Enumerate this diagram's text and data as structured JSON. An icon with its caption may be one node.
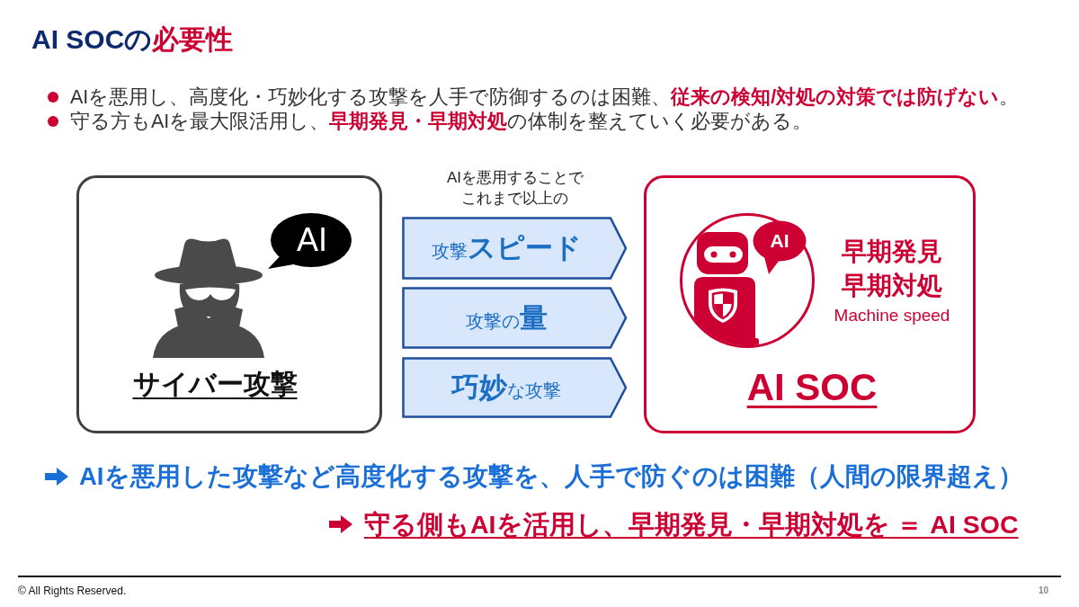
{
  "diagram": {
    "title": "AI SOCの**必要性**",
    "nodes": [
      {
        "text": [
          "サイバー攻撃"
        ]
      },
      {
        "text": [
          "AI"
        ],
        "in": 0
      },
      {
        "text": [
          "攻撃**スピード**"
        ]
      },
      {
        "text": [
          "攻撃の**量**"
        ]
      },
      {
        "text": [
          "**巧妙**な攻撃"
        ]
      },
      {
        "text": [
          "早期発見",
          "早期対処",
          "Machine speed",
          "AI SOC"
        ]
      },
      {
        "text": [
          "AI"
        ],
        "in": 5
      }
    ],
    "labels": [
      "AIを悪用し、高度化・巧妙化する攻撃を人手で防御するのは困難、**従来の検知/対処の対策では防げない**。",
      "守る方もAIを最大限活用し、**早期発見・早期対処**の体制を整えていく必要がある。",
      "AIを悪用することでこれまで以上の",
      "AIを悪用した攻撃など高度化する攻撃を、人手で防ぐのは困難（人間の限界超え）",
      "守る側もAIを活用し、早期発見・早期対処を ＝ AI SOC",
      "© All Rights Reserved.",
      "10"
    ]
  }
}
